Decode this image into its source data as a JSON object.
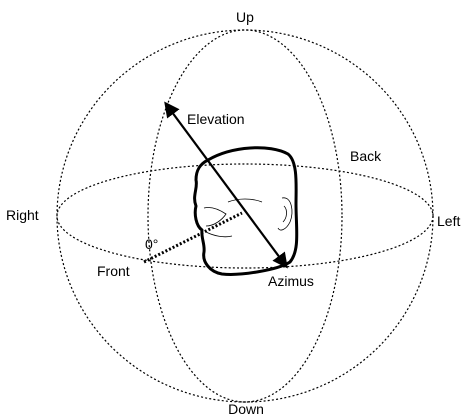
{
  "diagram": {
    "labels": {
      "up": "Up",
      "down": "Down",
      "left": "Left",
      "right": "Right",
      "front": "Front",
      "back": "Back",
      "elevation": "Elevation",
      "azimus": "Azimus",
      "zero_angle": "0°"
    },
    "colors": {
      "ink": "#000000",
      "background": "#ffffff"
    }
  }
}
